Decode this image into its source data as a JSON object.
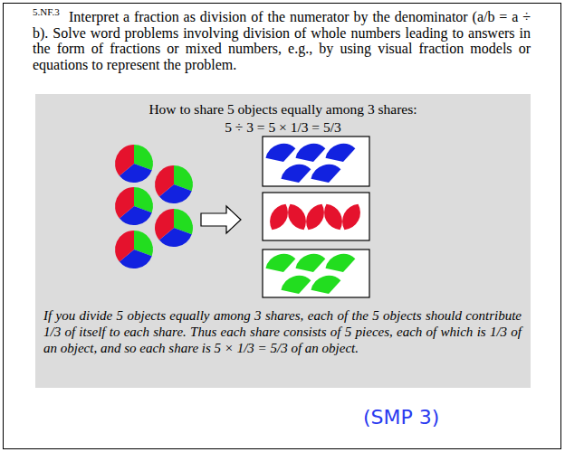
{
  "diagram": {
    "nodes": [
      {
        "text": [
          "5.NF.3",
          "Interpret a fraction as division of the numerator by the denominator (a/b = a ÷ b). Solve word problems involving division of whole numbers leading to answers in the form of fractions or mixed numbers, e.g., by using visual fraction models or equations to represent the problem.",
          "(SMP 3)"
        ]
      },
      {
        "text": [
          "How to share 5 objects equally among 3 shares:",
          "5 ÷ 3 = 5 × 1/3 = 5/3",
          "If you divide 5 objects equally among 3 shares, each of the 5 objects should contribute 1/3 of itself to each share. Thus each share consists of 5 pieces, each of which is 1/3 of an object, and so each share is 5 × 1/3 = 5/3 of an object."
        ],
        "in": 0
      }
    ]
  }
}
